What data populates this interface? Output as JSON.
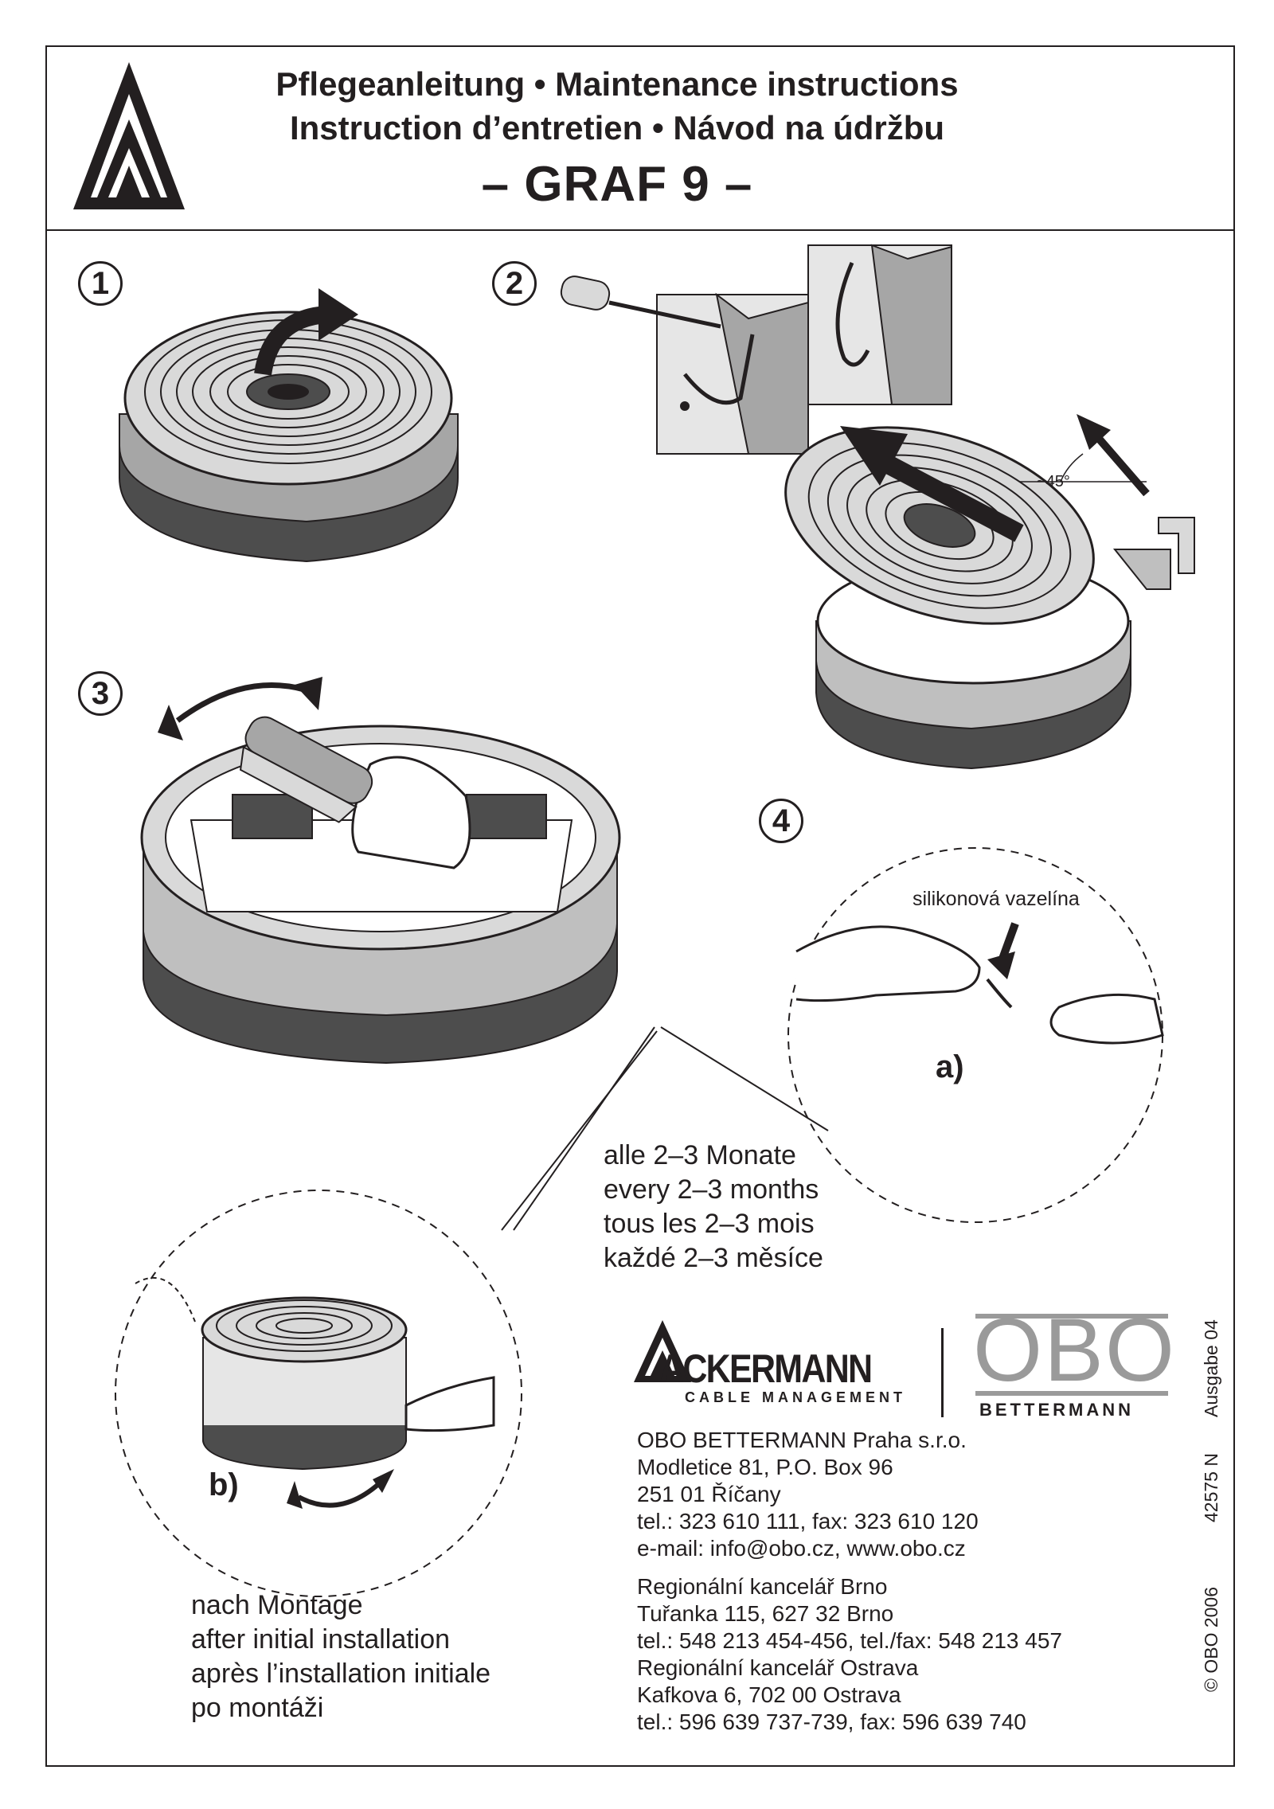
{
  "header": {
    "title_line1": "Pflegeanleitung • Maintenance instructions",
    "title_line2": "Instruction d’entretien • Návod na údržbu",
    "product": "– GRAF 9 –",
    "logo_icon": "ackermann-triangle-icon"
  },
  "steps": [
    {
      "number": "1"
    },
    {
      "number": "2"
    },
    {
      "number": "3"
    },
    {
      "number": "4"
    }
  ],
  "illustration_labels": {
    "angle": "~45°",
    "lubricant": "silikonová vazelína",
    "detail_a": "a)",
    "detail_b": "b)"
  },
  "interval_text": [
    "alle  2–3  Monate",
    "every 2–3 months",
    "tous les 2–3 mois",
    "každé  2–3  měsíce"
  ],
  "initial_text": [
    "nach Montage",
    "after initial installation",
    "après l’installation initiale",
    "po montáži"
  ],
  "brands": {
    "ackermann_name": "ACKERMANN",
    "ackermann_sub": "CABLE MANAGEMENT",
    "obo_name": "OBO",
    "obo_sub": "BETTERMANN"
  },
  "contact": {
    "company": "OBO BETTERMANN Praha s.r.o.",
    "address1": "Modletice 81, P.O. Box 96",
    "address2": "251 01 Říčany",
    "phone": "tel.: 323 610 111, fax: 323 610 120",
    "email": "e-mail: info@obo.cz, www.obo.cz",
    "brno_title": "Regionální kancelář Brno",
    "brno_address": "Tuřanka 115, 627 32 Brno",
    "brno_phone": "tel.: 548 213 454-456, tel./fax: 548 213 457",
    "ostrava_title": "Regionální kancelář Ostrava",
    "ostrava_address": "Kafkova 6, 702 00 Ostrava",
    "ostrava_phone": "tel.: 596 639 737-739, fax: 596 639 740"
  },
  "side_notes": {
    "edition": "Ausgabe 04",
    "doc_number": "42575 N",
    "copyright": "© OBO 2006"
  },
  "colors": {
    "ink": "#231f20",
    "gray_light": "#d9d9d9",
    "gray_mid": "#a6a6a6",
    "gray_dark": "#4d4d4d",
    "obo_gray": "#9a9a9a"
  }
}
